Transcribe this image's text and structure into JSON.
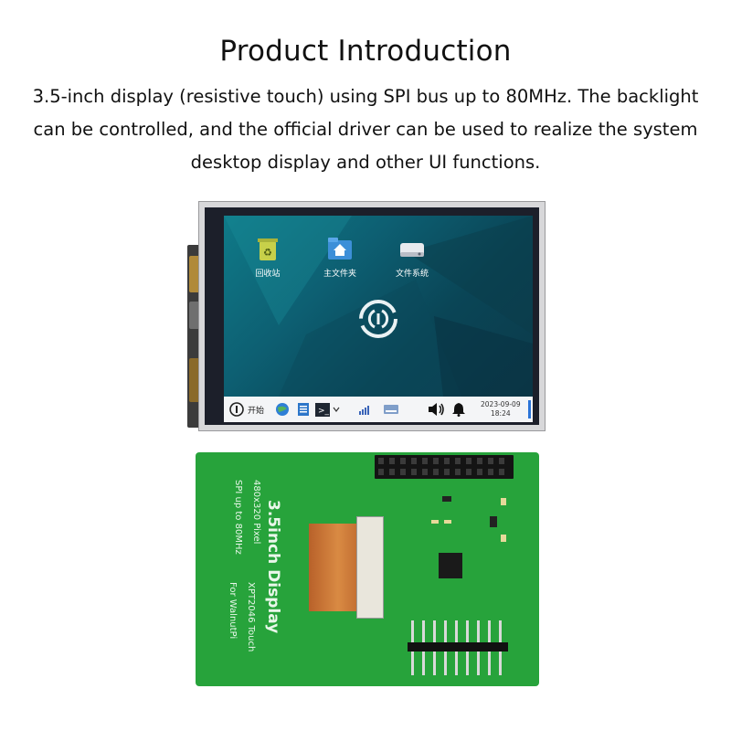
{
  "title": "Product Introduction",
  "description": "3.5-inch display (resistive touch) using SPI bus up to 80MHz. The backlight can be controlled, and the official driver can be used to realize the system desktop display and other UI functions.",
  "desktop": {
    "icons": [
      {
        "label": "回收站",
        "icon": "recycle-bin-icon"
      },
      {
        "label": "主文件夹",
        "icon": "home-folder-icon"
      },
      {
        "label": "文件系统",
        "icon": "file-system-icon"
      }
    ],
    "taskbar": {
      "start_label": "开始",
      "date": "2023-09-09",
      "time": "18:24"
    }
  },
  "board": {
    "title": "3.5inch Display",
    "resolution": "480x320 Pixel",
    "spi": "SPI up to 80MHz",
    "touch": "XPT2046 Touch",
    "platform": "For WalnutPi"
  },
  "colors": {
    "pcb": "#27a33b",
    "screen": "#0d5f72",
    "taskbar": "#f4f5f7"
  }
}
